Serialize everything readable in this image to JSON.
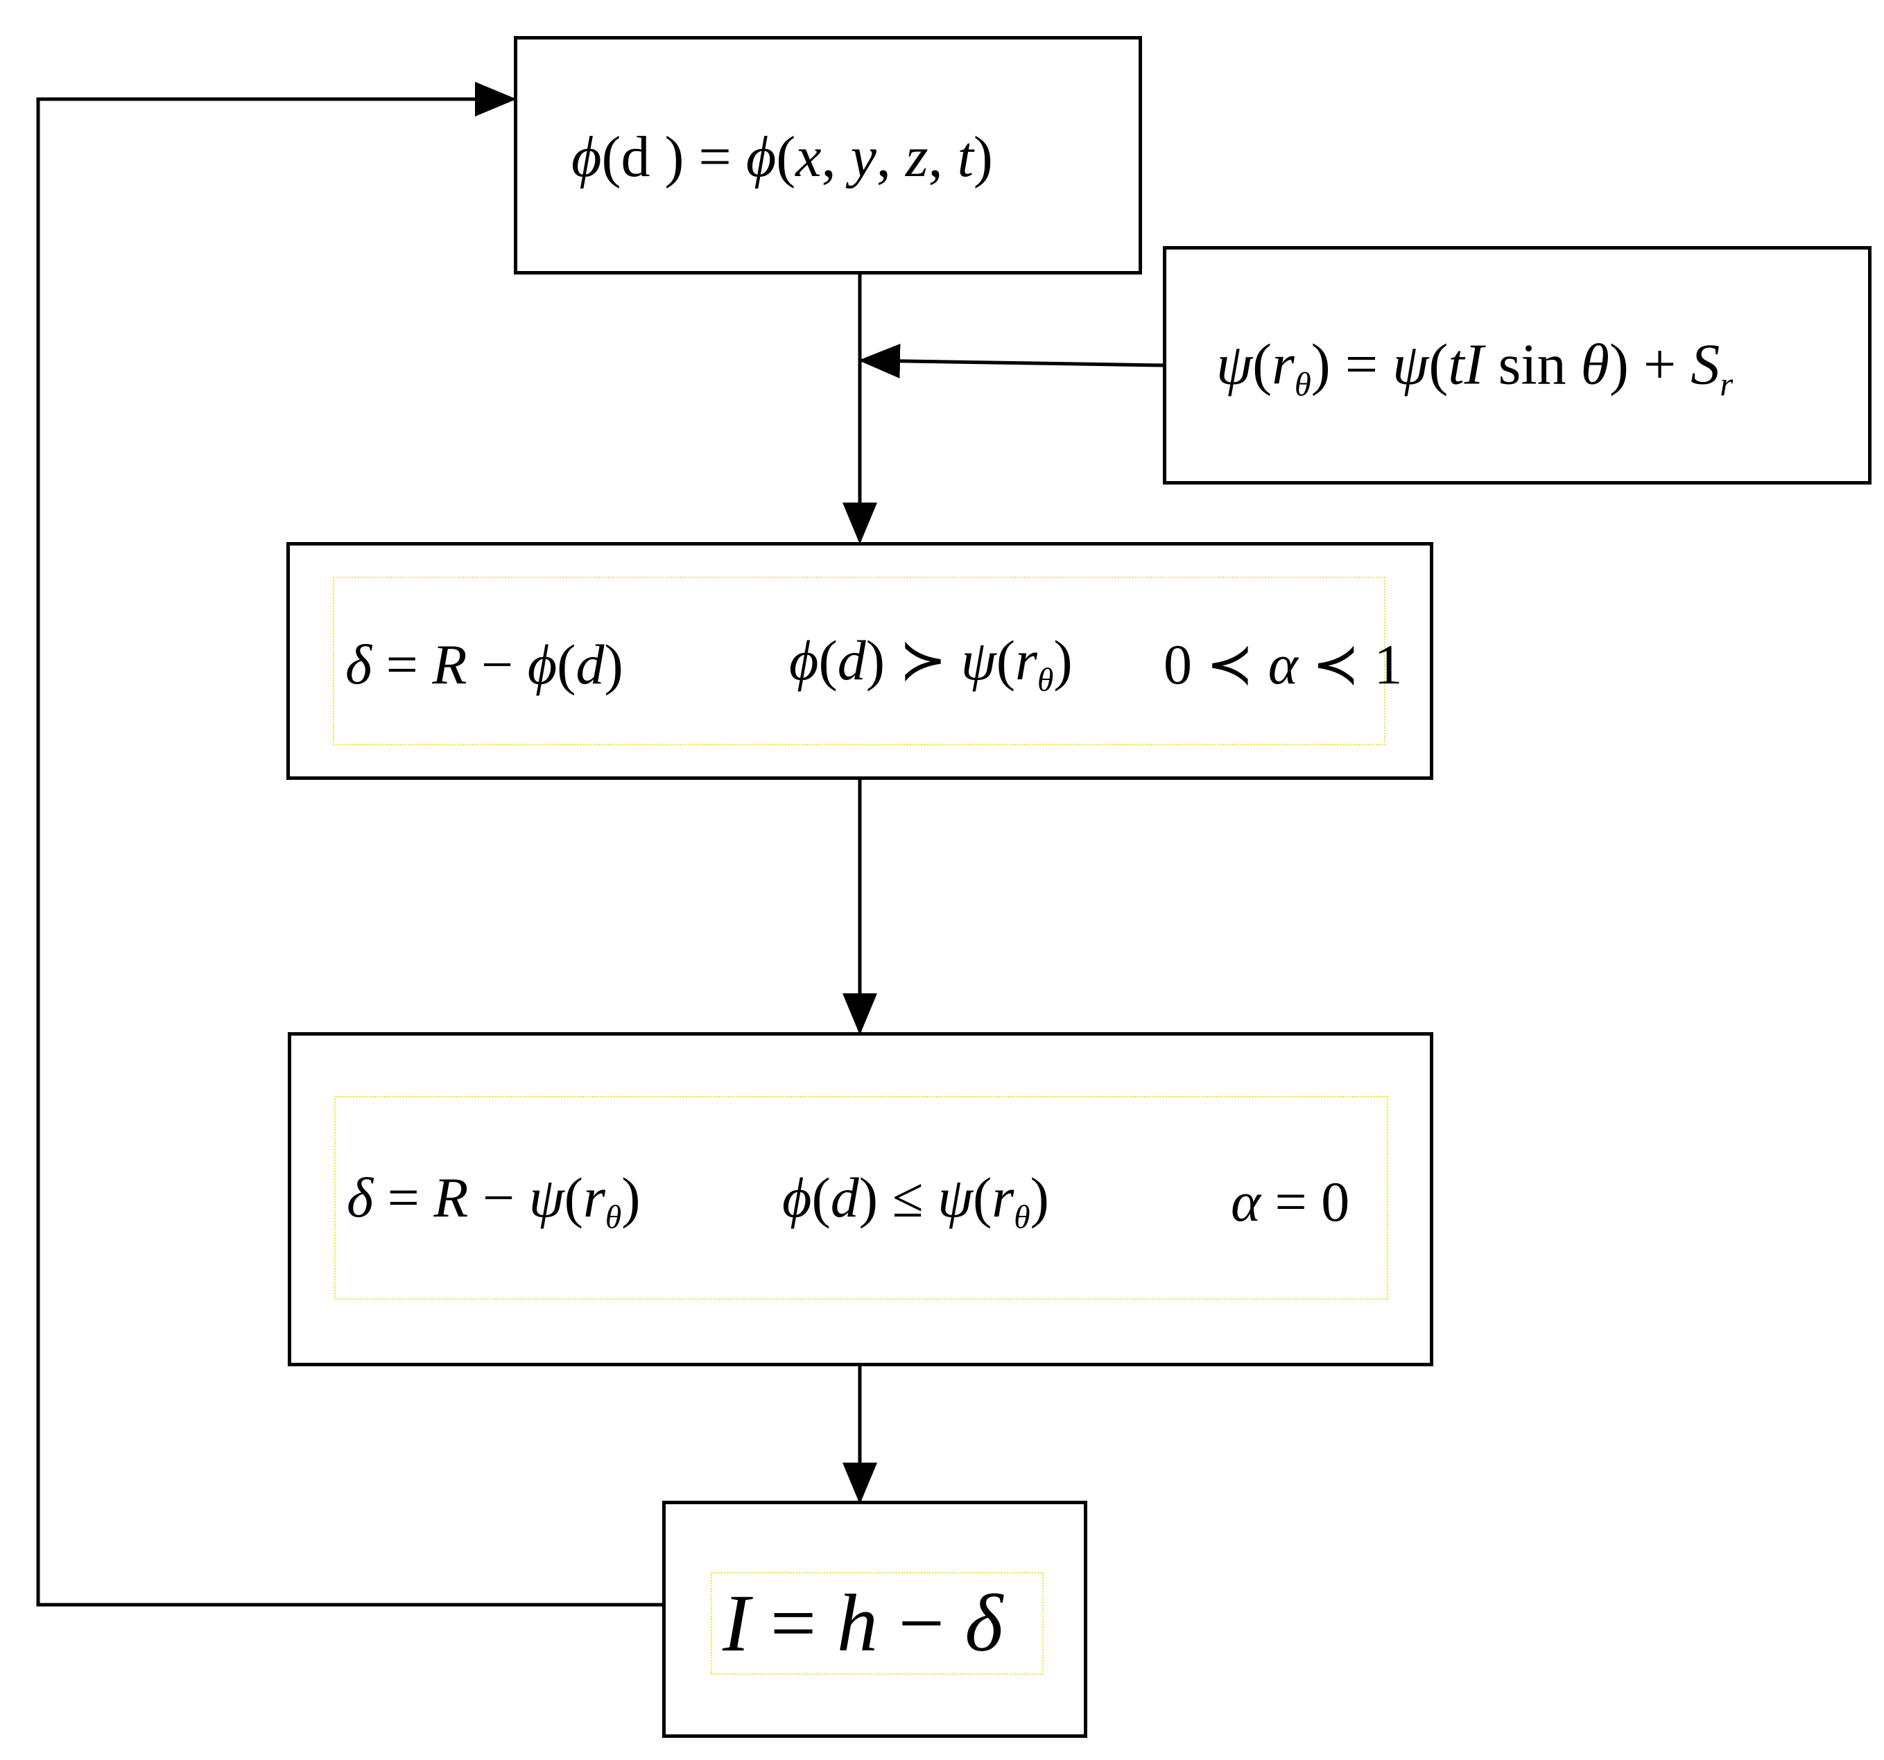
{
  "diagram": {
    "nodes": [
      {
        "id": "box-phi",
        "formula": [
          [
            "i",
            "ϕ"
          ],
          [
            "u",
            "(d   ) = "
          ],
          [
            "i",
            "ϕ"
          ],
          [
            "u",
            "("
          ],
          [
            "i",
            "x"
          ],
          [
            "u",
            ", "
          ],
          [
            "i",
            "y"
          ],
          [
            "u",
            ", "
          ],
          [
            "i",
            "z"
          ],
          [
            "u",
            ", "
          ],
          [
            "i",
            "t"
          ],
          [
            "u",
            ")"
          ]
        ]
      },
      {
        "id": "box-psi",
        "formula": [
          [
            "i",
            "ψ"
          ],
          [
            "u",
            "("
          ],
          [
            "i",
            "r"
          ],
          [
            "sub",
            "θ"
          ],
          [
            "u",
            ") = "
          ],
          [
            "i",
            "ψ"
          ],
          [
            "u",
            "("
          ],
          [
            "i",
            "tI"
          ],
          [
            "u",
            " sin "
          ],
          [
            "i",
            "θ"
          ],
          [
            "u",
            ") + "
          ],
          [
            "i",
            "S"
          ],
          [
            "sub",
            "r"
          ]
        ]
      },
      {
        "id": "box-condition-1",
        "formulas": [
          [
            [
              "i",
              "δ"
            ],
            [
              "u",
              " = "
            ],
            [
              "i",
              "R"
            ],
            [
              "u",
              " − "
            ],
            [
              "i",
              "ϕ"
            ],
            [
              "u",
              "("
            ],
            [
              "i",
              "d"
            ],
            [
              "u",
              ")"
            ]
          ],
          [
            [
              "i",
              "ϕ"
            ],
            [
              "u",
              "("
            ],
            [
              "i",
              "d"
            ],
            [
              "u",
              ") ≻ "
            ],
            [
              "i",
              "ψ"
            ],
            [
              "u",
              "("
            ],
            [
              "i",
              "r"
            ],
            [
              "sub",
              "θ"
            ],
            [
              "u",
              ")"
            ]
          ],
          [
            [
              "u",
              "0 ≺ "
            ],
            [
              "i",
              "α"
            ],
            [
              "u",
              " ≺ 1"
            ]
          ]
        ]
      },
      {
        "id": "box-condition-2",
        "formulas": [
          [
            [
              "i",
              "δ"
            ],
            [
              "u",
              " = "
            ],
            [
              "i",
              "R"
            ],
            [
              "u",
              " − "
            ],
            [
              "i",
              "ψ"
            ],
            [
              "u",
              "("
            ],
            [
              "i",
              "r"
            ],
            [
              "sub",
              "θ"
            ],
            [
              "u",
              ")"
            ]
          ],
          [
            [
              "i",
              "ϕ"
            ],
            [
              "u",
              "("
            ],
            [
              "i",
              "d"
            ],
            [
              "u",
              ") ≤ "
            ],
            [
              "i",
              "ψ"
            ],
            [
              "u",
              "("
            ],
            [
              "i",
              "r"
            ],
            [
              "sub",
              "θ"
            ],
            [
              "u",
              ")"
            ]
          ],
          [
            [
              "i",
              "α"
            ],
            [
              "u",
              " = 0"
            ]
          ]
        ]
      },
      {
        "id": "box-output",
        "formula": [
          [
            "i",
            "I"
          ],
          [
            "u",
            " = "
          ],
          [
            "i",
            "h"
          ],
          [
            "u",
            " − "
          ],
          [
            "i",
            "δ"
          ]
        ]
      }
    ],
    "edges": [
      {
        "from": "box-phi",
        "to": "box-condition-1"
      },
      {
        "from": "box-psi",
        "to": "box-condition-1"
      },
      {
        "from": "box-condition-1",
        "to": "box-condition-2"
      },
      {
        "from": "box-condition-2",
        "to": "box-output"
      },
      {
        "from": "box-output",
        "to": "box-phi"
      }
    ],
    "colors": {
      "line": "#000000",
      "inner_dotted_border": "#f2e23a",
      "background": "#ffffff"
    }
  }
}
